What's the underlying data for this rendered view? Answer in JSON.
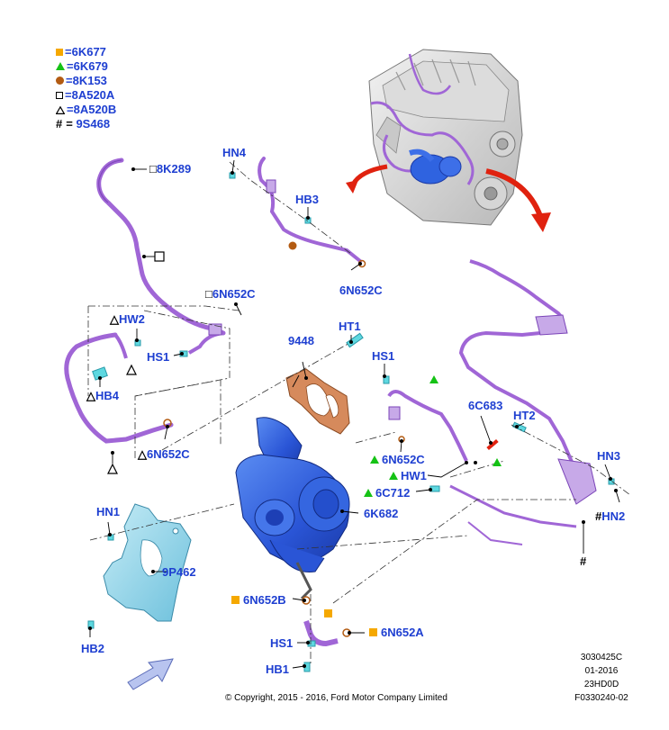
{
  "legend": [
    {
      "marker": "filled-square",
      "color": "#f5a800",
      "eq": "=",
      "code": "6K677"
    },
    {
      "marker": "filled-triangle",
      "color": "#15c215",
      "eq": "=",
      "code": "6K679"
    },
    {
      "marker": "filled-circle",
      "color": "#b35b12",
      "eq": "=",
      "code": "8K153"
    },
    {
      "marker": "open-square",
      "color": "#000000",
      "eq": "=",
      "code": "8A520A"
    },
    {
      "marker": "open-triangle",
      "color": "#000000",
      "eq": "=",
      "code": "8A520B"
    },
    {
      "marker": "hash",
      "color": "#000000",
      "eq": "=",
      "code": "9S468",
      "symbol": "#"
    }
  ],
  "labels": {
    "k8289": "8K289",
    "hn4": "HN4",
    "hb3": "HB3",
    "n6652c_top": "6N652C",
    "n6652c_pipe": "6N652C",
    "hw2": "HW2",
    "hs1_left": "HS1",
    "hb4": "HB4",
    "n6652c_left": "6N652C",
    "p9448": "9448",
    "ht1": "HT1",
    "hs1_mid": "HS1",
    "c6683": "6C683",
    "ht2": "HT2",
    "n6652c_mid": "6N652C",
    "hw1": "HW1",
    "c6712": "6C712",
    "k6682": "6K682",
    "hn3": "HN3",
    "hn2": "HN2",
    "hash_right": "#",
    "hn1": "HN1",
    "p9462": "9P462",
    "hb2": "HB2",
    "n6652b": "6N652B",
    "n6652a": "6N652A",
    "hs1_bot": "HS1",
    "hb1": "HB1"
  },
  "footer": {
    "copyright": "© Copyright, 2015 - 2016, Ford Motor Company Limited",
    "code1": "3030425C",
    "code2": "01-2016",
    "code3": "23HD0D",
    "code4": "F0330240-02"
  },
  "colors": {
    "label_blue": "#1e3fd1",
    "pipe_purple": "#a066d6",
    "turbo_blue": "#2f63e0",
    "shield_cyan": "#8fd3e8",
    "gasket_orange": "#d68a5c",
    "arrow_red": "#e0220f"
  }
}
